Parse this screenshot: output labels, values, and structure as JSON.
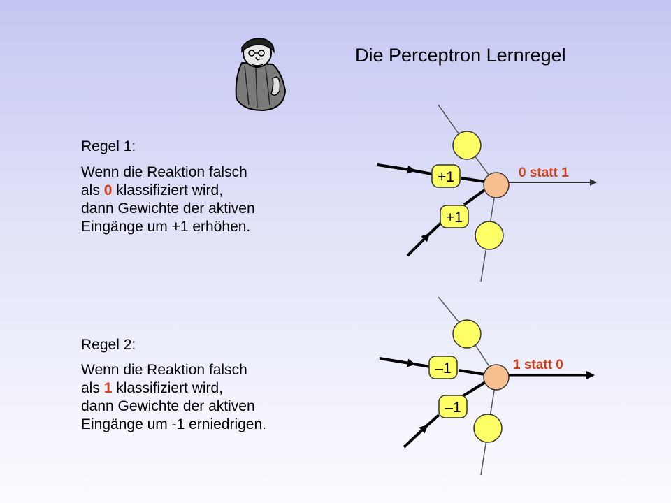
{
  "title": "Die Perceptron Lernregel",
  "rule1": {
    "heading": "Regel 1:",
    "line1": "Wenn die Reaktion falsch",
    "line2_pre": "als ",
    "line2_value": "0",
    "line2_post": " klassifiziert wird,",
    "line3": "dann Gewichte der aktiven",
    "line4": "Eingänge um +1 erhöhen."
  },
  "rule2": {
    "heading": "Regel 2:",
    "line1": "Wenn die Reaktion falsch",
    "line2_pre": "als ",
    "line2_value": "1",
    "line2_post": " klassifiziert wird,",
    "line3": "dann Gewichte der aktiven",
    "line4": "Eingänge um -1 erniedrigen."
  },
  "diagram1": {
    "weight_top": "+1",
    "weight_bottom": "+1",
    "output_label": "0 statt 1"
  },
  "diagram2": {
    "weight_top": "–1",
    "weight_bottom": "–1",
    "output_label": "1 statt 0"
  },
  "colors": {
    "input_neuron": "#ffff66",
    "output_neuron": "#f8c090",
    "highlight": "#d0401b"
  }
}
